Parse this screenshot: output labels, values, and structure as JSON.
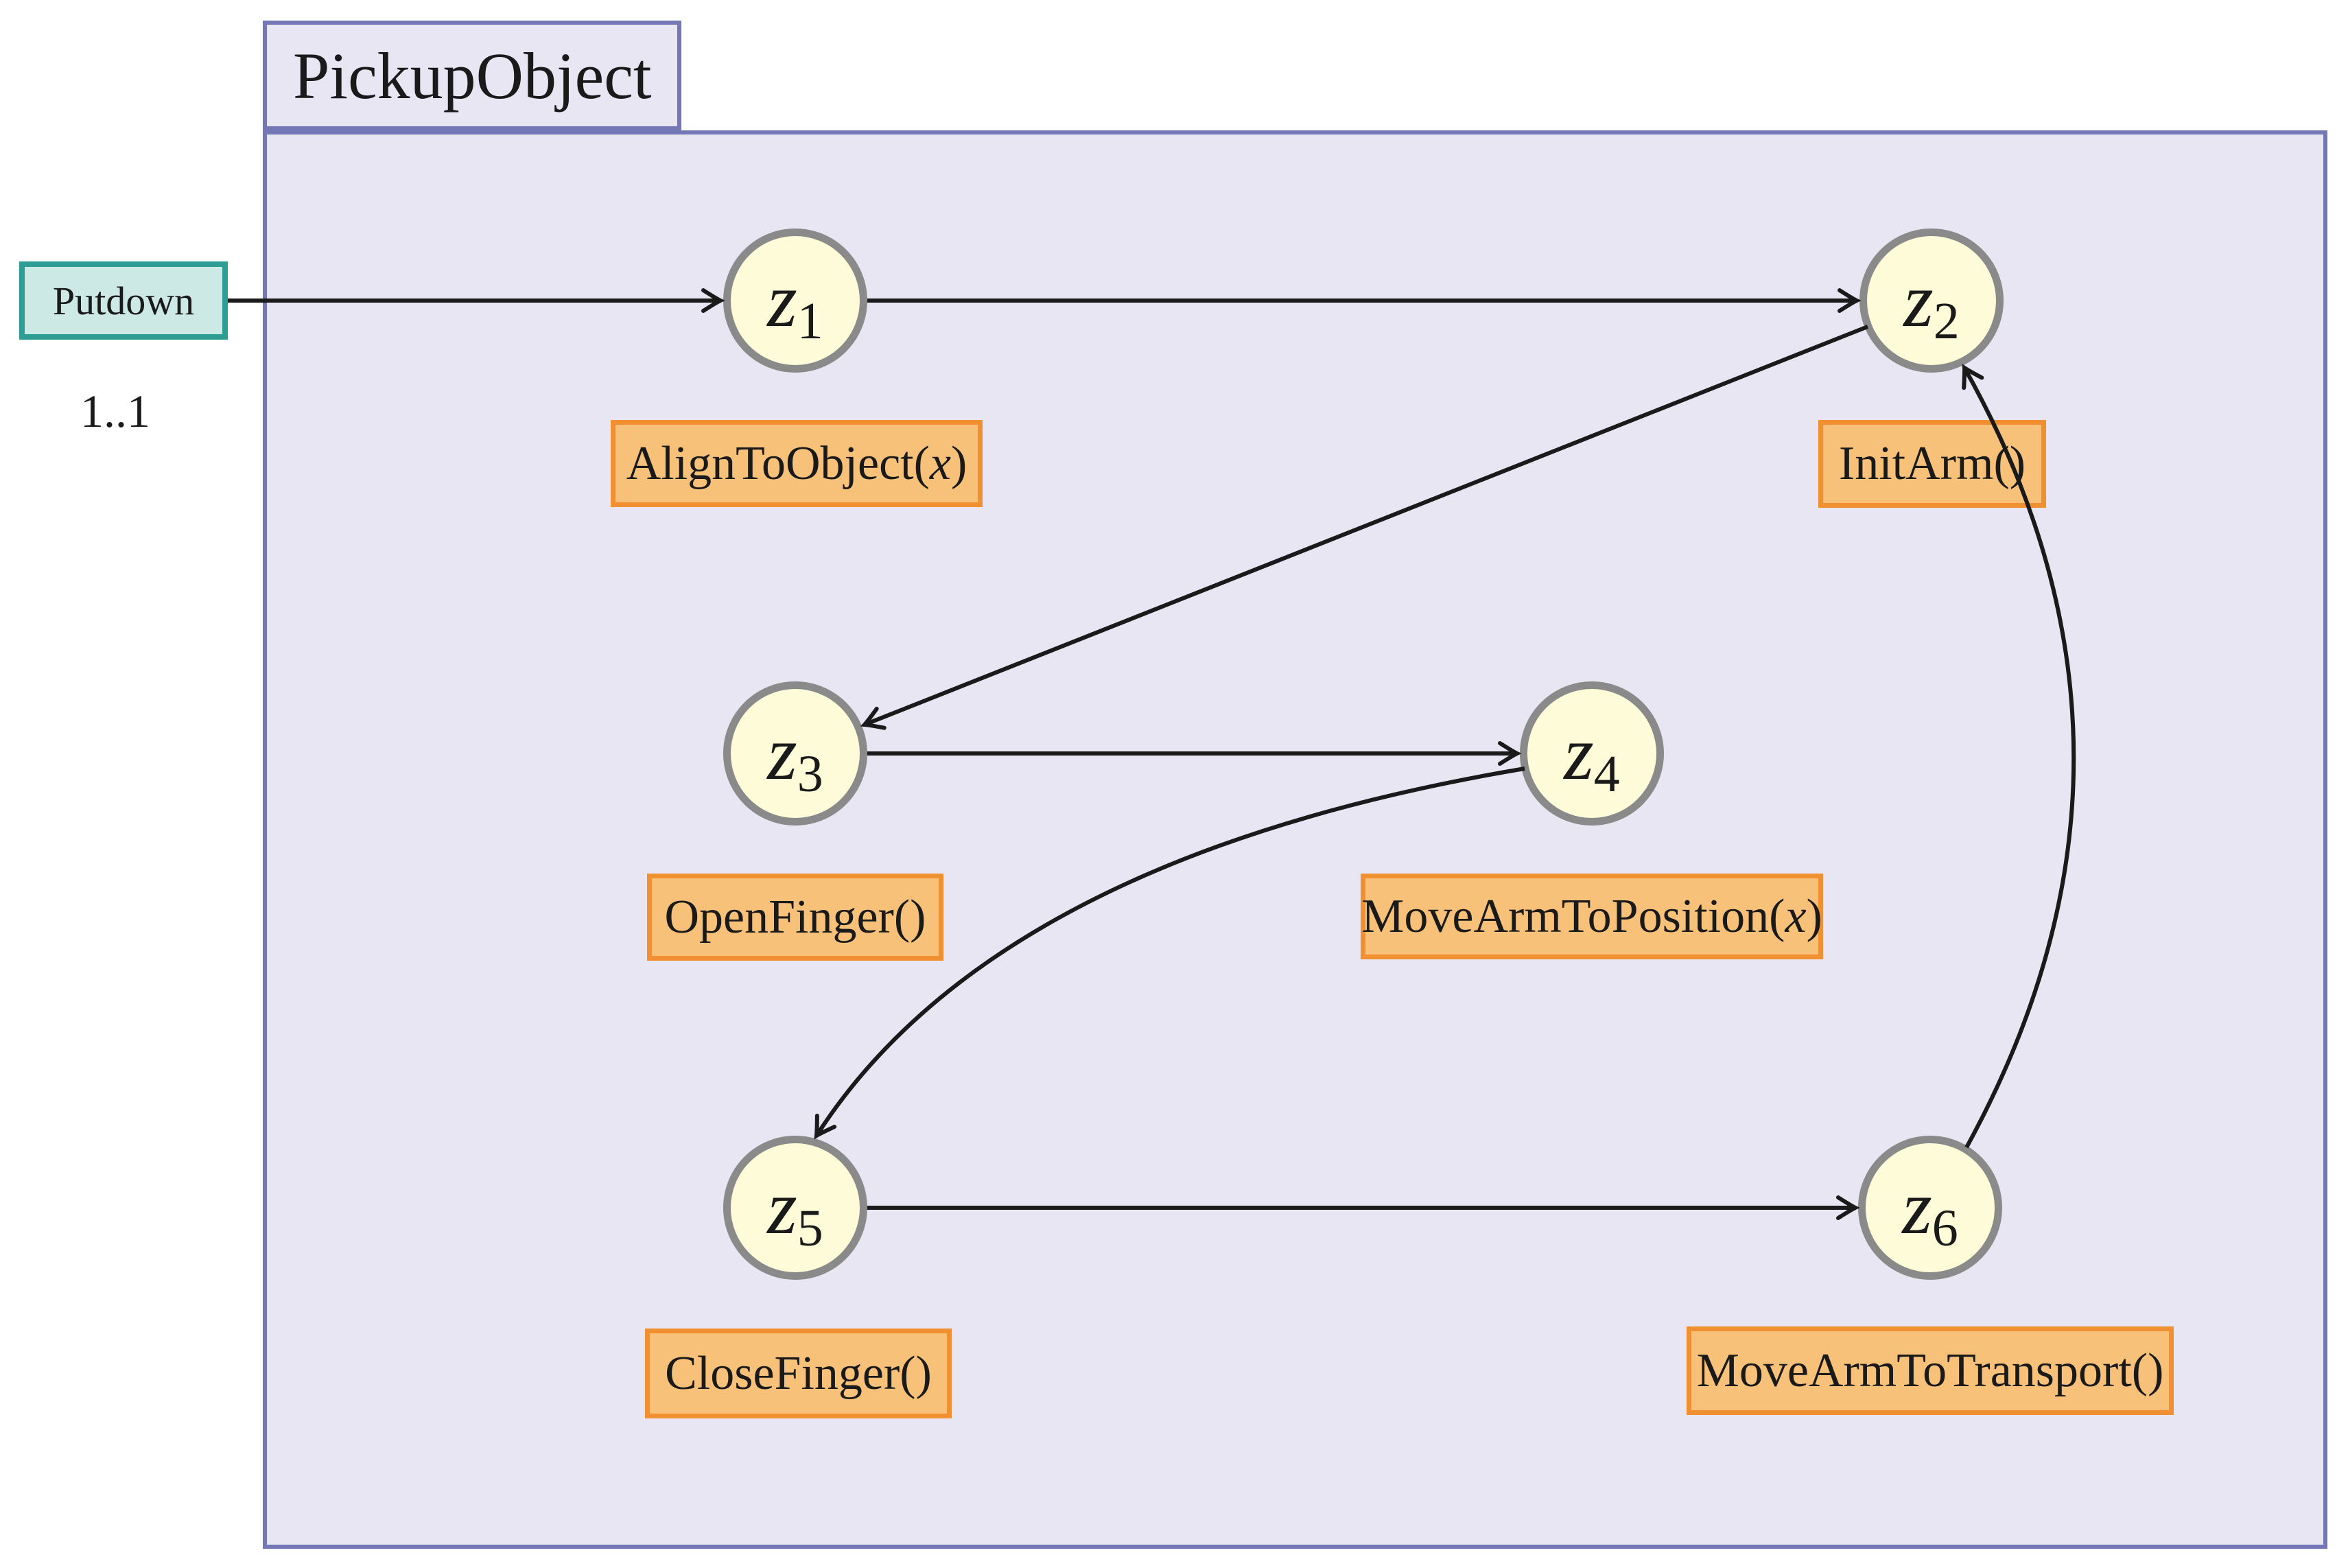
{
  "diagram": {
    "title": "PickupObject",
    "input": {
      "label": "Putdown",
      "cardinality": "1..1"
    },
    "states": [
      {
        "id": "z1",
        "name": "z",
        "sub": "1",
        "action": {
          "pre": "AlignToObject(",
          "arg": "x",
          "post": ")"
        }
      },
      {
        "id": "z2",
        "name": "z",
        "sub": "2",
        "action": {
          "pre": "InitArm()",
          "arg": "",
          "post": ""
        }
      },
      {
        "id": "z3",
        "name": "z",
        "sub": "3",
        "action": {
          "pre": "OpenFinger()",
          "arg": "",
          "post": ""
        }
      },
      {
        "id": "z4",
        "name": "z",
        "sub": "4",
        "action": {
          "pre": "MoveArmToPosition(",
          "arg": "x",
          "post": ")"
        }
      },
      {
        "id": "z5",
        "name": "z",
        "sub": "5",
        "action": {
          "pre": "CloseFinger()",
          "arg": "",
          "post": ""
        }
      },
      {
        "id": "z6",
        "name": "z",
        "sub": "6",
        "action": {
          "pre": "MoveArmToTransport()",
          "arg": "",
          "post": ""
        }
      }
    ],
    "edges": [
      {
        "from": "Putdown",
        "to": "z1"
      },
      {
        "from": "z1",
        "to": "z2"
      },
      {
        "from": "z2",
        "to": "z3"
      },
      {
        "from": "z3",
        "to": "z4"
      },
      {
        "from": "z4",
        "to": "z5"
      },
      {
        "from": "z5",
        "to": "z6"
      },
      {
        "from": "z6",
        "to": "z2"
      }
    ],
    "colors": {
      "frame_fill": "#E8E6F3",
      "frame_border": "#7477B6",
      "state_fill": "#FDFBD8",
      "state_border": "#8A8A8A",
      "action_fill": "#F8C179",
      "action_border": "#F19030",
      "input_fill": "#CDE9E6",
      "input_border": "#2E9E94",
      "edge_color": "#1a1a1a"
    }
  }
}
